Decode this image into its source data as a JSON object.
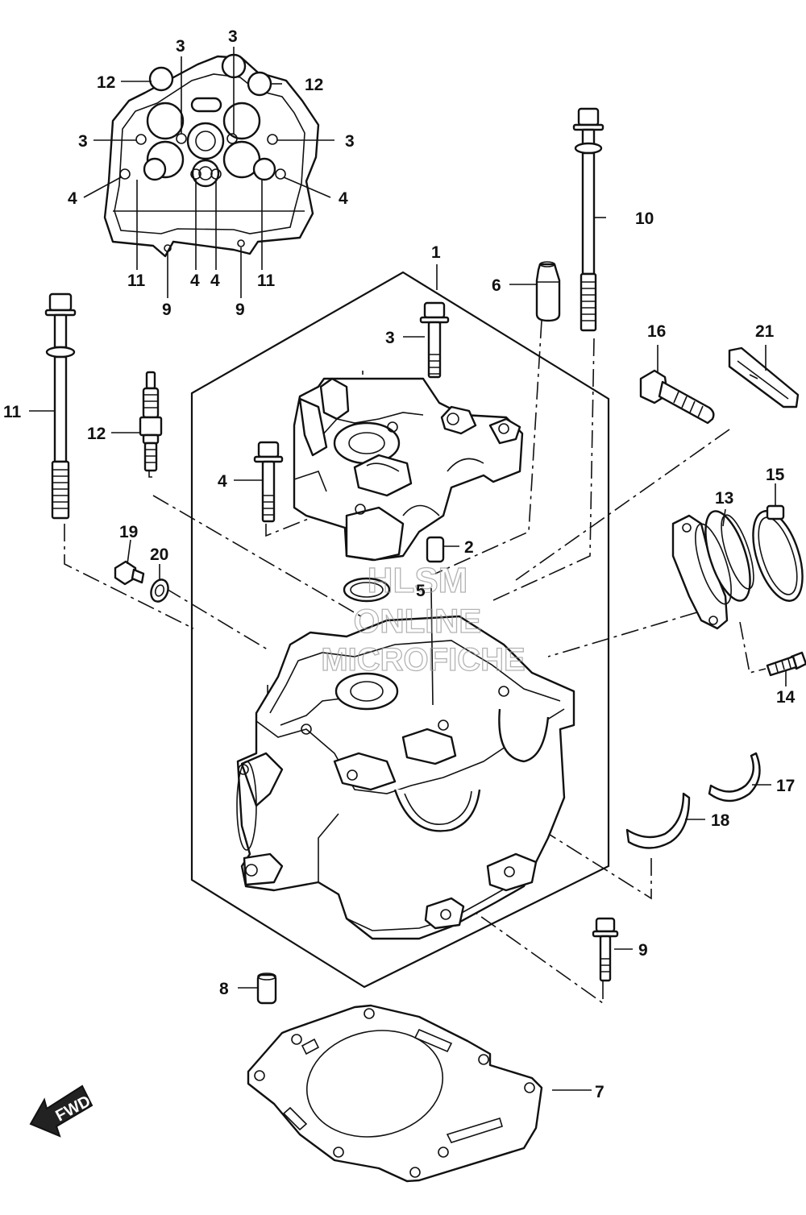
{
  "callouts": {
    "c1": "1",
    "c2": "2",
    "c3": "3",
    "c4": "4",
    "c5": "5",
    "c6": "6",
    "c7": "7",
    "c8": "8",
    "c9": "9",
    "c10": "10",
    "c11": "11",
    "c12": "12",
    "c13": "13",
    "c14": "14",
    "c15": "15",
    "c16": "16",
    "c17": "17",
    "c18": "18",
    "c19": "19",
    "c20": "20",
    "c21": "21"
  },
  "watermark": {
    "line1": "HLSM",
    "line2": "ONLINE",
    "line3": "MICROFICHE"
  },
  "direction_arrow": "FWD"
}
